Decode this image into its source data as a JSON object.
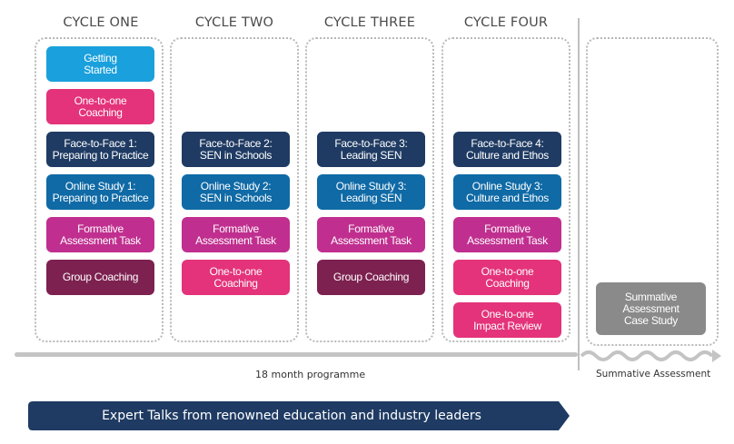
{
  "colors": {
    "light_blue": "#1aa0dc",
    "magenta": "#e4337a",
    "navy": "#1f3b63",
    "blue": "#0f6aa6",
    "purple": "#c02f8f",
    "maroon": "#7d2150",
    "grey": "#8a8a8a",
    "timeline": "#c4c4c4",
    "banner": "#1f3b63"
  },
  "cycles": [
    {
      "title": "CYCLE ONE",
      "items": [
        {
          "label": "Getting\nStarted",
          "type": "light_blue"
        },
        {
          "label": "One-to-one\nCoaching",
          "type": "magenta"
        },
        {
          "label": "Face-to-Face 1:\nPreparing to Practice",
          "type": "navy"
        },
        {
          "label": "Online Study 1:\nPreparing to Practice",
          "type": "blue"
        },
        {
          "label": "Formative\nAssessment Task",
          "type": "purple"
        },
        {
          "label": "Group Coaching",
          "type": "maroon"
        }
      ]
    },
    {
      "title": "CYCLE TWO",
      "items": [
        {
          "label": "Face-to-Face 2:\nSEN in Schools",
          "type": "navy"
        },
        {
          "label": "Online Study 2:\nSEN in Schools",
          "type": "blue"
        },
        {
          "label": "Formative\nAssessment Task",
          "type": "purple"
        },
        {
          "label": "One-to-one\nCoaching",
          "type": "magenta"
        }
      ]
    },
    {
      "title": "CYCLE THREE",
      "items": [
        {
          "label": "Face-to-Face 3:\nLeading SEN",
          "type": "navy"
        },
        {
          "label": "Online Study 3:\nLeading SEN",
          "type": "blue"
        },
        {
          "label": "Formative\nAssessment Task",
          "type": "purple"
        },
        {
          "label": "Group Coaching",
          "type": "maroon"
        }
      ]
    },
    {
      "title": "CYCLE FOUR",
      "items": [
        {
          "label": "Face-to-Face 4:\nCulture and Ethos",
          "type": "navy"
        },
        {
          "label": "Online Study 3:\nCulture and Ethos",
          "type": "blue"
        },
        {
          "label": "Formative\nAssessment Task",
          "type": "purple"
        },
        {
          "label": "One-to-one\nCoaching",
          "type": "magenta"
        },
        {
          "label": "One-to-one\nImpact Review",
          "type": "magenta"
        }
      ]
    }
  ],
  "summative": {
    "box_label": "Summative\nAssessment\nCase Study",
    "caption": "Summative Assessment"
  },
  "timeline": {
    "caption": "18 month programme"
  },
  "banner": {
    "text": "Expert Talks from renowned education and industry leaders"
  }
}
